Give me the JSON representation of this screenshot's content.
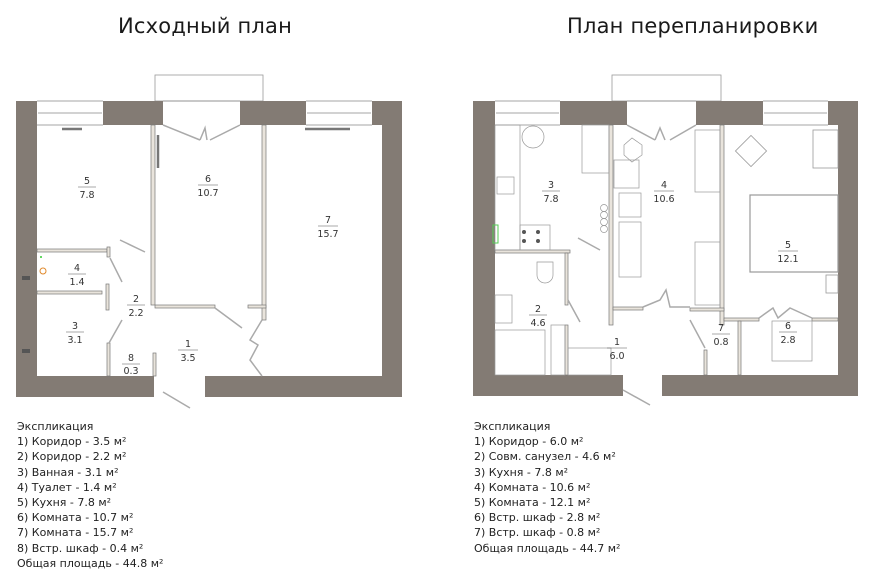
{
  "original_plan": {
    "title": "Исходный план",
    "wall_color": "#837b74",
    "rooms": [
      {
        "num": "1",
        "area": "3.5"
      },
      {
        "num": "2",
        "area": "2.2"
      },
      {
        "num": "3",
        "area": "3.1"
      },
      {
        "num": "4",
        "area": "1.4"
      },
      {
        "num": "5",
        "area": "7.8"
      },
      {
        "num": "6",
        "area": "10.7"
      },
      {
        "num": "7",
        "area": "15.7"
      },
      {
        "num": "8",
        "area": "0.3"
      }
    ],
    "legend": {
      "heading": "Экспликация",
      "items": [
        "1) Коридор - 3.5 м²",
        "2) Коридор - 2.2 м²",
        "3) Ванная - 3.1 м²",
        "4) Туалет - 1.4 м²",
        "5) Кухня - 7.8 м²",
        "6) Комната - 10.7 м²",
        "7) Комната - 15.7 м²",
        "8) Встр. шкаф - 0.4 м²"
      ],
      "total": "Общая площадь - 44.8 м²"
    }
  },
  "new_plan": {
    "title": "План перепланировки",
    "wall_color": "#837b74",
    "rooms": [
      {
        "num": "1",
        "area": "6.0"
      },
      {
        "num": "2",
        "area": "4.6"
      },
      {
        "num": "3",
        "area": "7.8"
      },
      {
        "num": "4",
        "area": "10.6"
      },
      {
        "num": "5",
        "area": "12.1"
      },
      {
        "num": "6",
        "area": "2.8"
      },
      {
        "num": "7",
        "area": "0.8"
      }
    ],
    "legend": {
      "heading": "Экспликация",
      "items": [
        "1) Коридор - 6.0 м²",
        "2) Совм. санузел - 4.6 м²",
        "3) Кухня - 7.8 м²",
        "4) Комната - 10.6 м²",
        "5) Комната - 12.1 м²",
        "6) Встр. шкаф - 2.8 м²",
        "7) Встр. шкаф - 0.8 м²"
      ],
      "total": "Общая площадь - 44.7 м²"
    }
  }
}
